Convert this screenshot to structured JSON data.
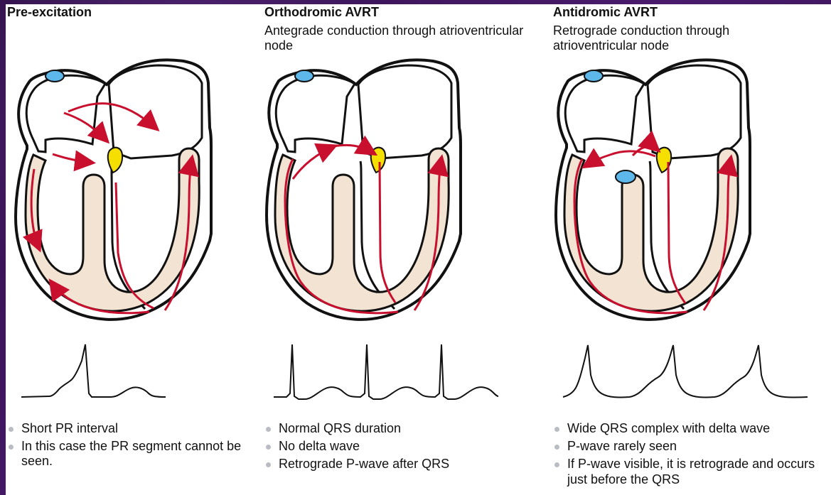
{
  "panels": [
    {
      "title": "Pre-excitation",
      "subtitle": "",
      "bullets": [
        "Short PR interval",
        "In this case the PR segment cannot be seen."
      ]
    },
    {
      "title": "Orthodromic AVRT",
      "subtitle": "Antegrade conduction through atrioventricular node",
      "bullets": [
        "Normal QRS duration",
        "No delta wave",
        "Retrograde P-wave after QRS"
      ]
    },
    {
      "title": "Antidromic AVRT",
      "subtitle": "Retrograde conduction through atrioventricular node",
      "bullets": [
        "Wide QRS complex with delta wave",
        "P-wave rarely seen",
        "If P-wave visible, it is retrograde and occurs just before the QRS"
      ]
    }
  ],
  "colors": {
    "background_purple": "#3b1457",
    "canvas": "#ffffff",
    "heart_fill": "#f2e3d2",
    "heart_stroke": "#111111",
    "arrow_red": "#c8102e",
    "sa_node_blue": "#5db7ea",
    "av_node_yellow": "#f4df00",
    "ecg_line": "#111111",
    "bullet_gray": "#b9bcc2"
  },
  "icons": {
    "sa_node": "blue-oval-node",
    "av_node": "yellow-av-node",
    "conduction": "red-arrow"
  }
}
